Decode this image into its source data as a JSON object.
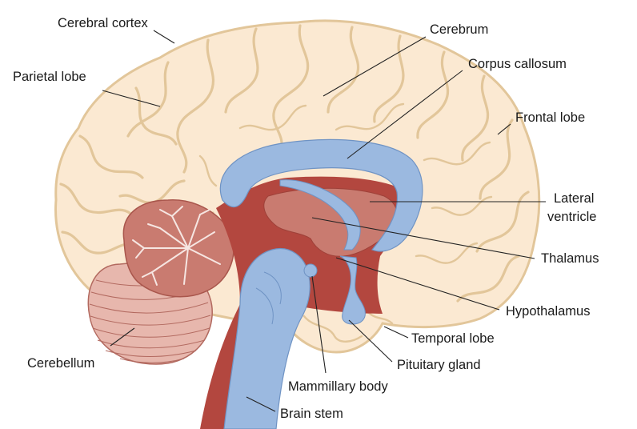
{
  "labels": {
    "cerebral_cortex": "Cerebral cortex",
    "parietal_lobe": "Parietal lobe",
    "cerebrum": "Cerebrum",
    "corpus_callosum": "Corpus callosum",
    "frontal_lobe": "Frontal lobe",
    "lateral_ventricle_1": "Lateral",
    "lateral_ventricle_2": "ventricle",
    "thalamus": "Thalamus",
    "hypothalamus": "Hypothalamus",
    "temporal_lobe": "Temporal lobe",
    "pituitary_gland": "Pituitary gland",
    "mammillary_body": "Mammillary body",
    "brain_stem": "Brain stem",
    "cerebellum": "Cerebellum"
  },
  "colors": {
    "cortex_fill": "#fbe9d2",
    "cortex_outline": "#e2c69a",
    "ventricle_blue": "#9bb9e0",
    "ventricle_outline": "#6f93c4",
    "deep_red": "#b3473f",
    "tissue_red": "#c97b70",
    "cerebellum_pink": "#e7b7ad",
    "cerebellum_line": "#b2695f"
  }
}
